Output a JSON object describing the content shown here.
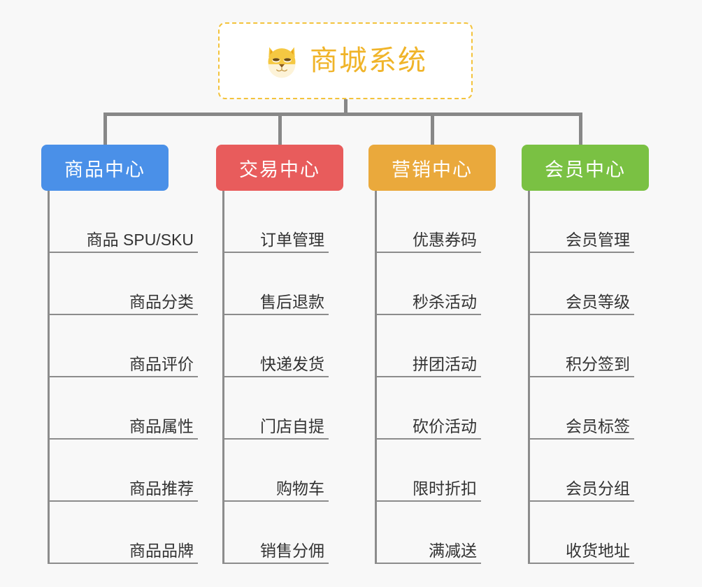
{
  "page": {
    "background_color": "#f8f8f8",
    "connector_color": "#888888"
  },
  "root": {
    "title": "商城系统",
    "icon": "dog-face-icon",
    "text_color": "#f0b429",
    "border_color": "#f3c33c"
  },
  "columns": [
    {
      "label": "商品中心",
      "color": "#4a90e8",
      "items": [
        "商品 SPU/SKU",
        "商品分类",
        "商品评价",
        "商品属性",
        "商品推荐",
        "商品品牌"
      ]
    },
    {
      "label": "交易中心",
      "color": "#e85c5c",
      "items": [
        "订单管理",
        "售后退款",
        "快递发货",
        "门店自提",
        "购物车",
        "销售分佣"
      ]
    },
    {
      "label": "营销中心",
      "color": "#eaa93c",
      "items": [
        "优惠券码",
        "秒杀活动",
        "拼团活动",
        "砍价活动",
        "限时折扣",
        "满减送"
      ]
    },
    {
      "label": "会员中心",
      "color": "#7ac143",
      "items": [
        "会员管理",
        "会员等级",
        "积分签到",
        "会员标签",
        "会员分组",
        "收货地址"
      ]
    }
  ]
}
